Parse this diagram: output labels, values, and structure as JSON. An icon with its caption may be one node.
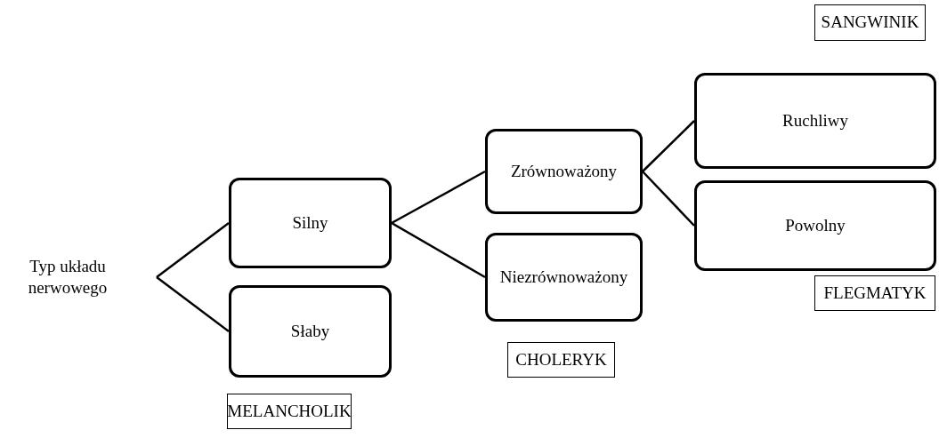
{
  "diagram": {
    "nodes": [
      {
        "text": [
          "Typ układu nerwowego"
        ]
      },
      {
        "text": [
          "Silny"
        ]
      },
      {
        "text": [
          "Słaby"
        ]
      },
      {
        "text": [
          "MELANCHOLIK"
        ]
      },
      {
        "text": [
          "Zrównoważony"
        ]
      },
      {
        "text": [
          "Niezrównoważony"
        ]
      },
      {
        "text": [
          "CHOLERYK"
        ]
      },
      {
        "text": [
          "SANGWINIK"
        ]
      },
      {
        "text": [
          "Ruchliwy"
        ]
      },
      {
        "text": [
          "Powolny"
        ]
      },
      {
        "text": [
          "FLEGMATYK"
        ]
      }
    ],
    "edges": [
      {
        "from": 0,
        "to": 1,
        "arrow": "none"
      },
      {
        "from": 0,
        "to": 2,
        "arrow": "none"
      },
      {
        "from": 1,
        "to": 4,
        "arrow": "none"
      },
      {
        "from": 1,
        "to": 5,
        "arrow": "none"
      },
      {
        "from": 4,
        "to": 8,
        "arrow": "none"
      },
      {
        "from": 4,
        "to": 9,
        "arrow": "none"
      }
    ]
  }
}
